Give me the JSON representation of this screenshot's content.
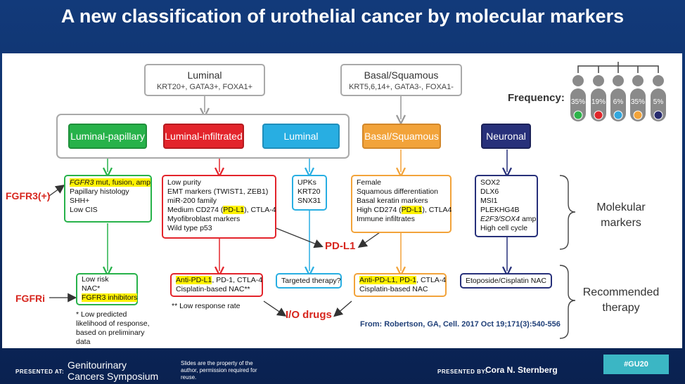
{
  "title": "A new classification of urothelial cancer by molecular markers",
  "luminal_header": {
    "name": "Luminal",
    "markers": "KRT20+, GATA3+, FOXA1+"
  },
  "basal_header": {
    "name": "Basal/Squamous",
    "markers": "KRT5,6,14+, GATA3-, FOXA1-"
  },
  "frequency": {
    "label": "Frequency:",
    "items": [
      {
        "pct": "35%",
        "color": "#2db34a"
      },
      {
        "pct": "19%",
        "color": "#e0262a"
      },
      {
        "pct": "6%",
        "color": "#32a7de"
      },
      {
        "pct": "35%",
        "color": "#f2a33a"
      },
      {
        "pct": "5%",
        "color": "#262b6e"
      }
    ]
  },
  "subtypes": [
    {
      "label": "Luminal-papillary",
      "color": "#27b24a"
    },
    {
      "label": "Luminal-infiltrated",
      "color": "#e3242b"
    },
    {
      "label": "Luminal",
      "color": "#28aee2"
    },
    {
      "label": "Basal/Squamous",
      "color": "#f2a33a"
    },
    {
      "label": "Neuronal",
      "color": "#27307a"
    }
  ],
  "markers": {
    "lp": {
      "l1a": "FGFR3",
      "l1b": " mut, fusion, amp",
      "l2": "Papillary histology",
      "l3": "SHH+",
      "l4": "Low CIS"
    },
    "li": {
      "l1": "Low purity",
      "l2": "EMT markers (TWIST1, ZEB1)",
      "l3": "miR-200 family",
      "l4a": "Medium CD274 (",
      "l4b": "PD-L1",
      "l4c": "), CTLA-4",
      "l5": "Myofibroblast markers",
      "l6": "Wild type p53"
    },
    "lum": {
      "l1": "UPKs",
      "l2": "KRT20",
      "l3": "SNX31"
    },
    "bs": {
      "l1": "Female",
      "l2": "Squamous differentiation",
      "l3": "Basal keratin markers",
      "l4a": "High CD274 (",
      "l4b": "PD-L1",
      "l4c": "), CTLA4",
      "l5": "Immune infiltrates"
    },
    "neu": {
      "l1": "SOX2",
      "l2": "DLX6",
      "l3": "MSI1",
      "l4": "PLEKHG4B",
      "l5a": "E2F3/SOX4",
      "l5b": " amp",
      "l6": "High cell cycle"
    }
  },
  "therapy": {
    "lp": {
      "l1": "Low risk",
      "l2": "NAC*",
      "l3": "FGFR3 inhibitors"
    },
    "li": {
      "l1a": "Anti-PD-L1",
      "l1b": ", PD-1, CTLA-4",
      "l2": "Cisplatin-based NAC**"
    },
    "lum": {
      "l1": "Targeted therapy?"
    },
    "bs": {
      "l1a": "Anti-PD-L1, PD-1",
      "l1b": ", CTLA-4",
      "l2": "Cisplatin-based NAC"
    },
    "neu": {
      "l1": "Etoposide/Cisplatin NAC"
    }
  },
  "labels": {
    "fgfr3": "FGFR3(+)",
    "fgfri": "FGFRi",
    "pdl1": "PD-L1",
    "io_drugs": "I/O drugs",
    "molekular": "Molekular\nmarkers",
    "recommended": "Recommended\ntherapy",
    "footnote1": "* Low predicted likelihood of response, based on preliminary data",
    "footnote2": "** Low response rate",
    "source": "From: Robertson, GA, Cell. 2017 Oct 19;171(3):540-556"
  },
  "footer": {
    "presented_at": "PRESENTED AT:",
    "symposium_l1": "Genitourinary",
    "symposium_l2": "Cancers Symposium",
    "disclaimer": "Slides are the property of the author, permission required for reuse.",
    "presented_by": "PRESENTED BY:",
    "presenter": "Cora N. Sternberg",
    "hashtag": "#GU20"
  }
}
